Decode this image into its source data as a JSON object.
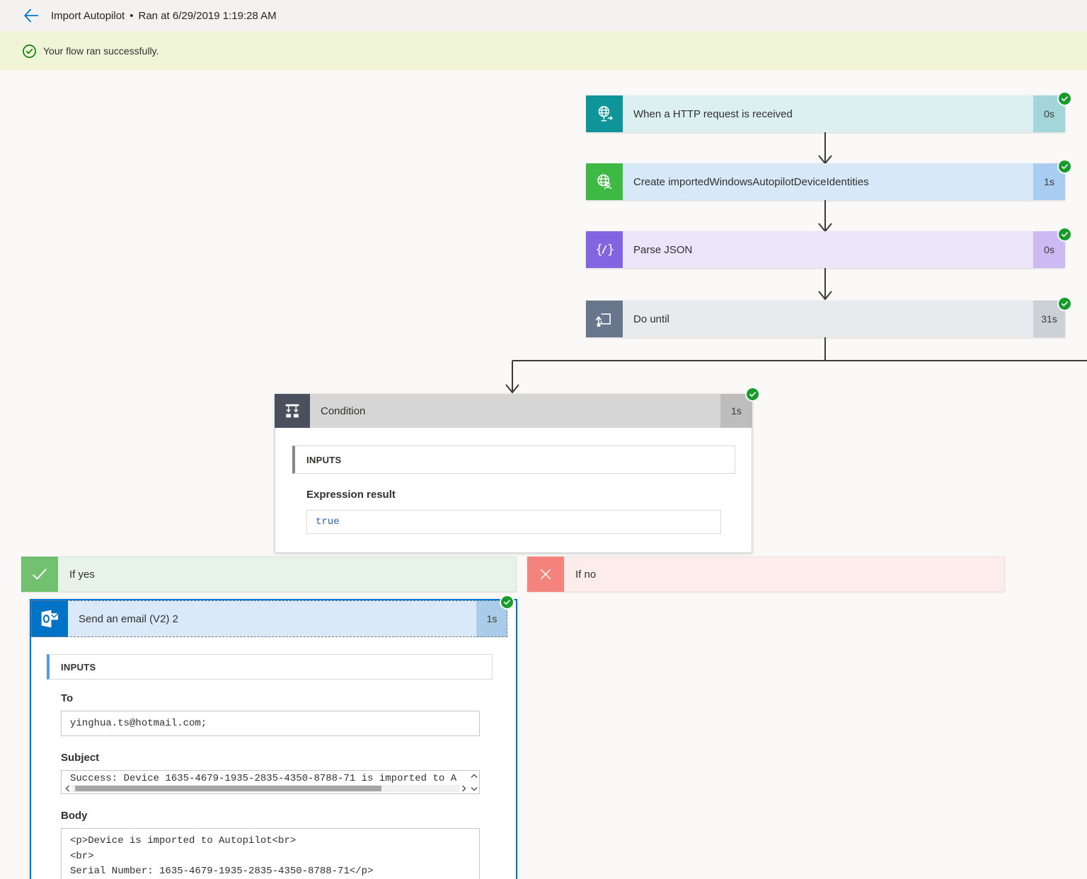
{
  "header": {
    "title": "Import Autopilot",
    "separator": "•",
    "ran_at": "Ran at 6/29/2019 1:19:28 AM"
  },
  "banner": {
    "message": "Your flow ran successfully."
  },
  "flow": {
    "steps": [
      {
        "title": "When a HTTP request is received",
        "duration": "0s",
        "icon": "http-trigger-icon",
        "status": "succeeded"
      },
      {
        "title": "Create importedWindowsAutopilotDeviceIdentities",
        "duration": "1s",
        "icon": "graph-globe-icon",
        "status": "succeeded"
      },
      {
        "title": "Parse JSON",
        "duration": "0s",
        "icon": "parse-json-icon",
        "status": "succeeded"
      },
      {
        "title": "Do until",
        "duration": "31s",
        "icon": "do-until-loop-icon",
        "status": "succeeded"
      }
    ],
    "condition": {
      "title": "Condition",
      "duration": "1s",
      "inputs_label": "INPUTS",
      "expression_label": "Expression result",
      "expression_value": "true",
      "status": "succeeded"
    },
    "branches": {
      "yes_label": "If yes",
      "no_label": "If no"
    },
    "email": {
      "title": "Send an email (V2) 2",
      "duration": "1s",
      "inputs_label": "INPUTS",
      "to_label": "To",
      "to_value": "yinghua.ts@hotmail.com;",
      "subject_label": "Subject",
      "subject_value": "Success: Device 1635-4679-1935-2835-4350-8788-71 is imported to A",
      "body_label": "Body",
      "body_line_1": "<p>Device is imported to Autopilot<br>",
      "body_line_2": "<br>",
      "body_line_3": "Serial Number: 1635-4679-1935-2835-4350-8788-71</p>",
      "status": "succeeded"
    }
  },
  "colors": {
    "success_badge_green": "#179b2b",
    "banner_background": "#f0f5d8",
    "banner_check_green": "#107c10",
    "back_arrow_blue": "#0078d4",
    "trigger_teal": "#0f9499",
    "graph_green": "#3eb944",
    "parse_json_purple": "#8464e0",
    "do_until_gray": "#68768b",
    "condition_gray": "#4a515c",
    "if_yes_green": "#71c171",
    "if_no_red": "#f4837d",
    "outlook_blue": "#0173c6",
    "selection_border_blue": "#0078d4",
    "expression_value_blue": "#2a63b8"
  }
}
